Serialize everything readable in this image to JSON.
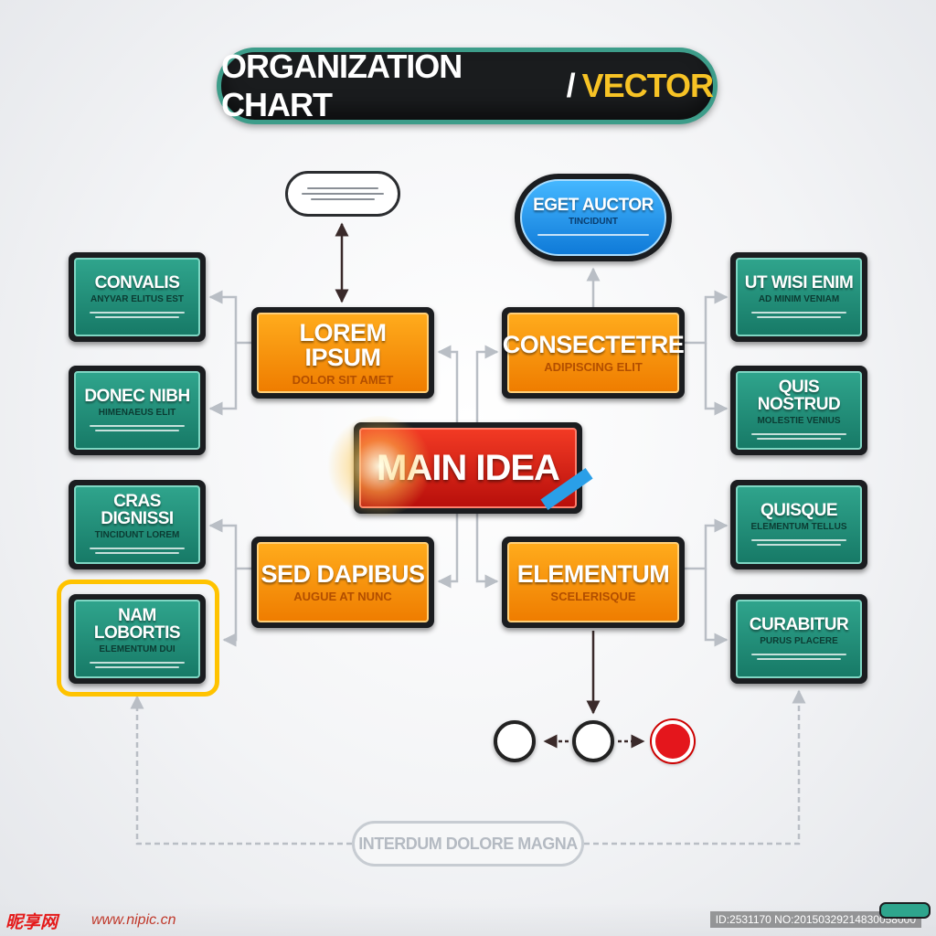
{
  "title": {
    "main": "ORGANIZATION CHART",
    "separator": "/",
    "accent": "VECTOR"
  },
  "center": {
    "title": "MAIN IDEA",
    "ribbon": ""
  },
  "top_left_note": {
    "text": ""
  },
  "top_right_pill": {
    "title": "EGET AUCTOR",
    "subtitle": "TINCIDUNT"
  },
  "orange_nodes": [
    {
      "id": "lorem",
      "title": "LOREM IPSUM",
      "subtitle": "DOLOR SIT AMET"
    },
    {
      "id": "consectetre",
      "title": "CONSECTETRE",
      "subtitle": "ADIPISCING ELIT"
    },
    {
      "id": "sed",
      "title": "SED DAPIBUS",
      "subtitle": "AUGUE AT NUNC"
    },
    {
      "id": "elementum",
      "title": "ELEMENTUM",
      "subtitle": "SCELERISQUE"
    }
  ],
  "teal_left": [
    {
      "title": "CONVALIS",
      "subtitle": "ANYVAR ELITUS EST"
    },
    {
      "title": "DONEC NIBH",
      "subtitle": "HIMENAEUS ELIT"
    },
    {
      "title": "CRAS DIGNISSI",
      "subtitle": "TINCIDUNT LOREM"
    },
    {
      "title": "NAM LOBORTIS",
      "subtitle": "ELEMENTUM DUI"
    }
  ],
  "teal_right": [
    {
      "title": "UT WISI ENIM",
      "subtitle": "AD MINIM VENIAM"
    },
    {
      "title": "QUIS NOSTRUD",
      "subtitle": "MOLESTIE VENIUS"
    },
    {
      "title": "QUISQUE",
      "subtitle": "ELEMENTUM TELLUS"
    },
    {
      "title": "CURABITUR",
      "subtitle": "PURUS PLACERE"
    }
  ],
  "circles": [
    {
      "id": "left",
      "label": ""
    },
    {
      "id": "middle",
      "label": ""
    },
    {
      "id": "right",
      "label": ""
    }
  ],
  "bottom_pill": {
    "text": "INTERDUM DOLORE MAGNA"
  },
  "watermark": {
    "brand": "昵享网",
    "url": "www.nipic.cn",
    "id": "ID:2531170 NO:20150329214830058000"
  },
  "colors": {
    "teal": "#1f8f78",
    "orange": "#f7941d",
    "red": "#d91e18",
    "blue": "#1d8fe8",
    "accent_yellow": "#f7c325",
    "highlight": "#ffc300",
    "connector": "#b9bec5"
  }
}
